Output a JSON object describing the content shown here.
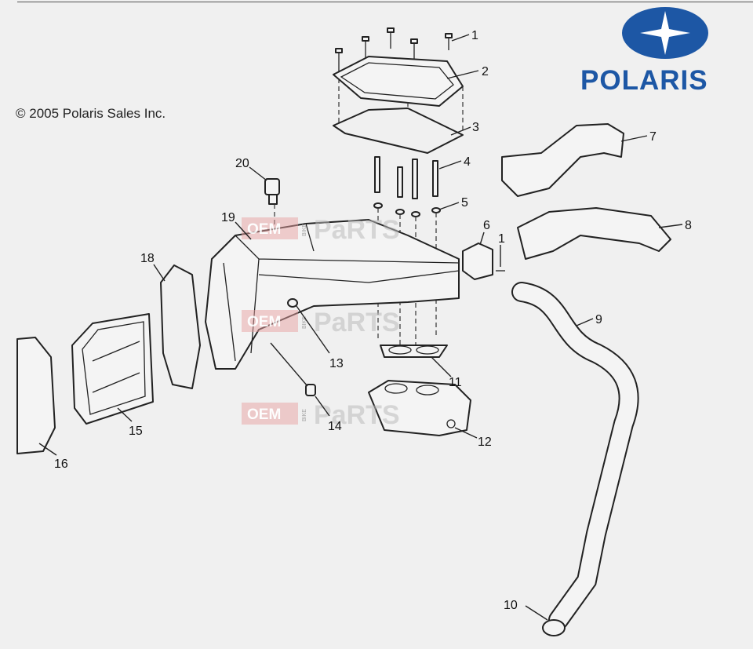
{
  "copyright": "© 2005 Polaris Sales Inc.",
  "logo": {
    "text": "POLARIS",
    "color": "#1d57a5"
  },
  "watermark": {
    "oem": "OEM",
    "bike": "BIKE",
    "parts": "PaRTS"
  },
  "callouts": {
    "c1": "1",
    "c2": "2",
    "c3": "3",
    "c4": "4",
    "c5": "5",
    "c6": "6",
    "c1b": "1",
    "c7": "7",
    "c8": "8",
    "c9": "9",
    "c10": "10",
    "c11": "11",
    "c12": "12",
    "c13": "13",
    "c14": "14",
    "c15": "15",
    "c16": "16",
    "c18": "18",
    "c19": "19",
    "c20": "20"
  }
}
